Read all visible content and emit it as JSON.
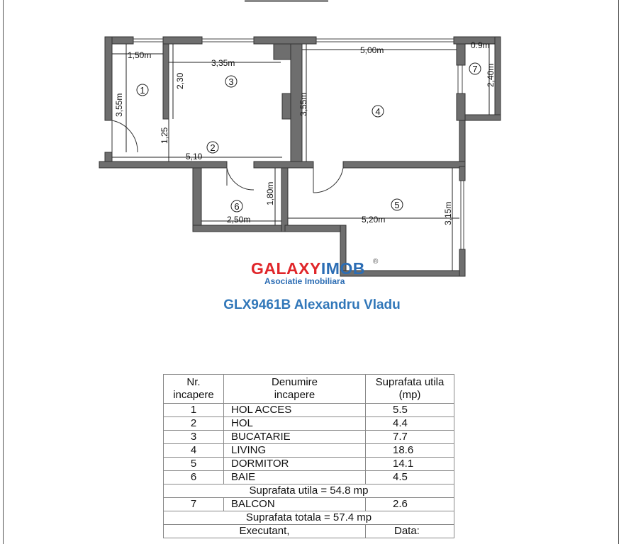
{
  "plan": {
    "dimensions": {
      "d_150": "1,50m",
      "d_335": "3,35m",
      "d_500": "5,00m",
      "d_09": "0.9m",
      "d_230": "2,30",
      "d_355_left": "3,55m",
      "d_355_mid": "3,55m",
      "d_240": "2,40m",
      "d_125": "1,25",
      "d_510": "5,10",
      "d_180": "1,80m",
      "d_250": "2,50m",
      "d_520": "5,20m",
      "d_315": "3,15m"
    },
    "rooms": [
      {
        "number": "1"
      },
      {
        "number": "2"
      },
      {
        "number": "3"
      },
      {
        "number": "4"
      },
      {
        "number": "5"
      },
      {
        "number": "6"
      },
      {
        "number": "7"
      }
    ]
  },
  "logo": {
    "brand_part1": "GALAXY",
    "brand_part2": "IMOB",
    "registered": "®",
    "tagline": "Asociatie Imobiliara"
  },
  "listing_title": "GLX9461B Alexandru Vladu",
  "table": {
    "headers": {
      "nr_line1": "Nr.",
      "nr_line2": "incapere",
      "name_line1": "Denumire",
      "name_line2": "incapere",
      "area_line1": "Suprafata utila",
      "area_line2": "(mp)"
    },
    "rows": [
      {
        "nr": "1",
        "name": "HOL ACCES",
        "area": "5.5"
      },
      {
        "nr": "2",
        "name": "HOL",
        "area": "4.4"
      },
      {
        "nr": "3",
        "name": "BUCATARIE",
        "area": "7.7"
      },
      {
        "nr": "4",
        "name": "LIVING",
        "area": "18.6"
      },
      {
        "nr": "5",
        "name": "DORMITOR",
        "area": "14.1"
      },
      {
        "nr": "6",
        "name": "BAIE",
        "area": "4.5"
      }
    ],
    "subtotal": "Suprafata utila = 54.8 mp",
    "balcony": {
      "nr": "7",
      "name": "BALCON",
      "area": "2.6"
    },
    "total": "Suprafata totala = 57.4 mp",
    "executant": "Executant,",
    "date": "Data:"
  }
}
